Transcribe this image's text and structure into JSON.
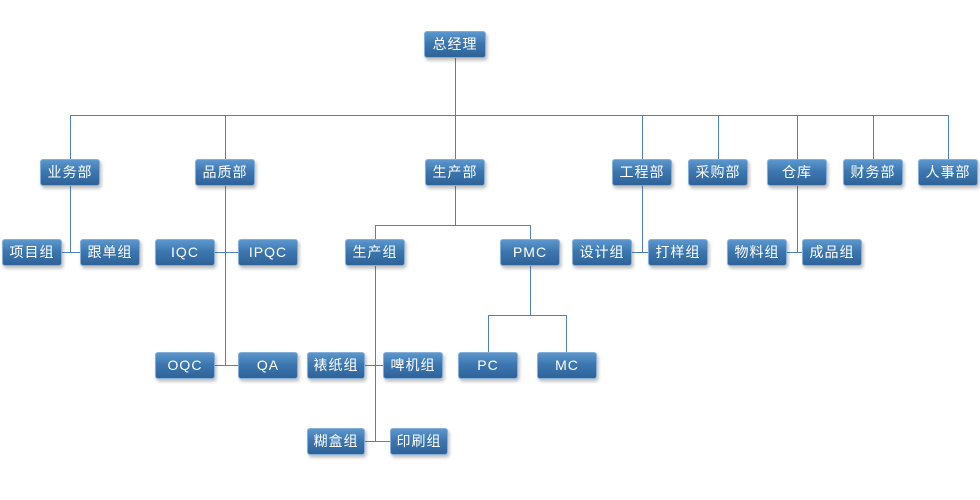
{
  "diagram_type": "org-chart",
  "nodes": {
    "gm": {
      "label": "总经理"
    },
    "business": {
      "label": "业务部"
    },
    "quality": {
      "label": "品质部"
    },
    "production": {
      "label": "生产部"
    },
    "engineering": {
      "label": "工程部"
    },
    "purchasing": {
      "label": "采购部"
    },
    "warehouse": {
      "label": "仓库"
    },
    "finance": {
      "label": "财务部"
    },
    "hr": {
      "label": "人事部"
    },
    "project_team": {
      "label": "项目组"
    },
    "order_team": {
      "label": "跟单组"
    },
    "iqc": {
      "label": "IQC"
    },
    "ipqc": {
      "label": "IPQC"
    },
    "production_team": {
      "label": "生产组"
    },
    "pmc": {
      "label": "PMC"
    },
    "design_team": {
      "label": "设计组"
    },
    "sampling_team": {
      "label": "打样组"
    },
    "material_team": {
      "label": "物料组"
    },
    "finished_goods_team": {
      "label": "成品组"
    },
    "oqc": {
      "label": "OQC"
    },
    "qa": {
      "label": "QA"
    },
    "paper_mounting_team": {
      "label": "裱纸组"
    },
    "die_cutting_team": {
      "label": "啤机组"
    },
    "pc": {
      "label": "PC"
    },
    "mc": {
      "label": "MC"
    },
    "box_gluing_team": {
      "label": "糊盒组"
    },
    "printing_team": {
      "label": "印刷组"
    }
  },
  "hierarchy": {
    "gm": [
      "business",
      "quality",
      "production",
      "engineering",
      "purchasing",
      "warehouse",
      "finance",
      "hr"
    ],
    "business": [
      "project_team",
      "order_team"
    ],
    "quality": [
      "iqc",
      "ipqc",
      "oqc",
      "qa"
    ],
    "production": [
      "production_team",
      "pmc"
    ],
    "production_team": [
      "paper_mounting_team",
      "die_cutting_team",
      "box_gluing_team",
      "printing_team"
    ],
    "pmc": [
      "pc",
      "mc"
    ],
    "engineering": [
      "design_team",
      "sampling_team"
    ],
    "warehouse": [
      "material_team",
      "finished_goods_team"
    ]
  },
  "colors": {
    "node_fill": "#3d77b0",
    "node_border": "#86aed6",
    "node_text": "#ffffff",
    "connector": "#4f81bd",
    "background": "#ffffff"
  }
}
